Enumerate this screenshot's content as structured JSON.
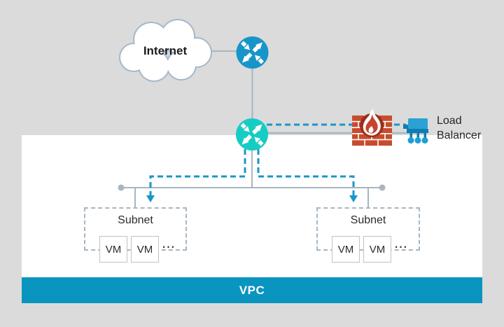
{
  "nodes": {
    "internet": {
      "label": "Internet"
    },
    "load_balancer": {
      "label_line1": "Load",
      "label_line2": "Balancer"
    },
    "vpc": {
      "label": "VPC"
    },
    "subnets": [
      {
        "label": "Subnet",
        "vms": [
          "VM",
          "VM"
        ],
        "more_indicator": "⋯"
      },
      {
        "label": "Subnet",
        "vms": [
          "VM",
          "VM"
        ],
        "more_indicator": "⋯"
      }
    ]
  },
  "colors": {
    "background": "#dbdbdb",
    "vpc_container": "#ffffff",
    "vpc_bar": "#0995c0",
    "internet_router": "#1795c9",
    "vpc_router": "#16ccc3",
    "traffic_dash": "#1b95cb",
    "connection_gray": "#a7b6c0",
    "firewall_brick": "#c74c2e",
    "firewall_circle": "#9d2e1b",
    "load_balancer_light": "#2ba1d4",
    "load_balancer_dark": "#0f7db1",
    "load_balancer_dot": "#1b9fd6",
    "cloud_border": "#a4b9cd"
  }
}
